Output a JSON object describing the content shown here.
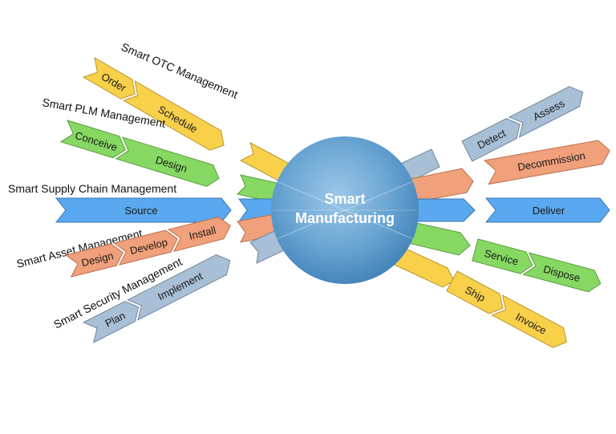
{
  "center": {
    "line1": "Smart",
    "line2": "Manufacturing"
  },
  "branches": [
    {
      "title": "Smart OTC Management",
      "color": "#f9d04a",
      "stroke": "#b8962e",
      "steps": [
        "Order",
        "Schedule"
      ]
    },
    {
      "title": "Smart PLM Management",
      "color": "#86d862",
      "stroke": "#5a9e3f",
      "steps": [
        "Conceive",
        "Design"
      ]
    },
    {
      "title": "Smart Supply Chain Management",
      "color": "#5aa8ef",
      "stroke": "#3a76b0",
      "steps": [
        "Source"
      ]
    },
    {
      "title": "Smart Asset Management",
      "color": "#f0a07a",
      "stroke": "#b8714f",
      "steps": [
        "Design",
        "Develop",
        "Install"
      ]
    },
    {
      "title": "Smart Security Management",
      "color": "#a9bfd6",
      "stroke": "#6f879f",
      "steps": [
        "Plan",
        "Implement"
      ]
    }
  ],
  "outputs": [
    {
      "color": "#a9bfd6",
      "stroke": "#6f879f",
      "steps": [
        "Detect",
        "Assess"
      ]
    },
    {
      "color": "#f0a07a",
      "stroke": "#b8714f",
      "steps": [
        "Decommission"
      ]
    },
    {
      "color": "#5aa8ef",
      "stroke": "#3a76b0",
      "steps": [
        "Deliver"
      ]
    },
    {
      "color": "#86d862",
      "stroke": "#5a9e3f",
      "steps": [
        "Service",
        "Dispose"
      ]
    },
    {
      "color": "#f9d04a",
      "stroke": "#b8962e",
      "steps": [
        "Ship",
        "Invoice"
      ]
    }
  ]
}
